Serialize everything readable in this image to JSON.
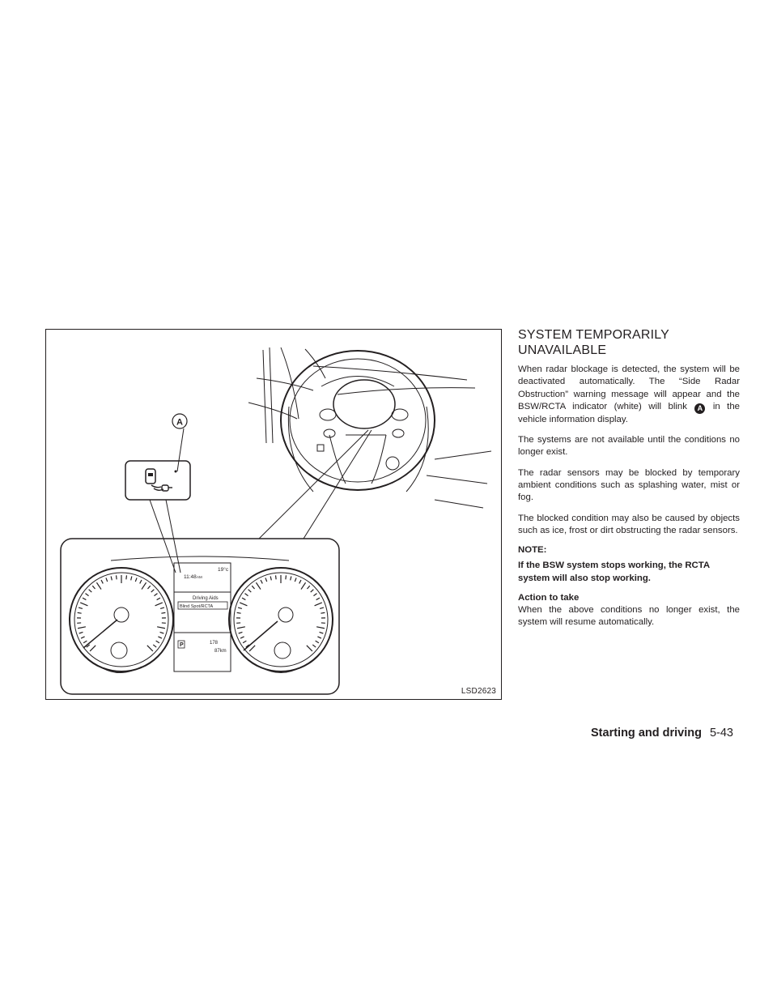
{
  "figure": {
    "code": "LSD2623",
    "callout": "A",
    "display": {
      "time": "11:48",
      "ampm": "AM",
      "temp": "19°c",
      "menu_title": "Driving Aids",
      "menu_item": "Blind Spot/RCTA",
      "gear": "P",
      "range": "178",
      "trip": "87km"
    }
  },
  "section": {
    "title_line1": "SYSTEM TEMPORARILY",
    "title_line2": "UNAVAILABLE",
    "para1_before": "When radar blockage is detected, the system will be deactivated automatically. The “Side Radar Obstruction” warning message will appear and the BSW/RCTA indicator (white) will blink ",
    "para1_callout": "A",
    "para1_after": " in the vehicle information display.",
    "para2": "The systems are not available until the conditions no longer exist.",
    "para3": "The radar sensors may be blocked by temporary ambient conditions such as splashing water, mist or fog.",
    "para4": "The blocked condition may also be caused by objects such as ice, frost or dirt obstructing the radar sensors.",
    "note_label": "NOTE:",
    "note_text": "If the BSW system stops working, the RCTA system will also stop working.",
    "action_head": "Action to take",
    "action_text": "When the above conditions no longer exist, the system will resume automatically."
  },
  "footer": {
    "section": "Starting and driving",
    "page": "5-43"
  }
}
